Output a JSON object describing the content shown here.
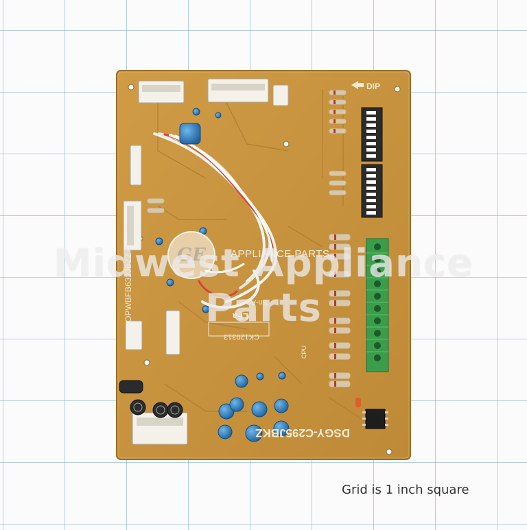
{
  "photo": {
    "subject": "control-board",
    "colors": {
      "grid": "#78aad2",
      "background": "#fbfbfb",
      "pcb": "#c9953f",
      "terminal": "#3a9d4b",
      "capacitor": "#2f7fbe"
    }
  },
  "caption": "Grid is 1 inch square",
  "watermark": "Midwest Appliance Parts",
  "logo": {
    "brand": "GE",
    "text": "APPLIANCE PARTS"
  },
  "board_markings": {
    "part_number_side": "OPWBFB632JBZZ",
    "part_number_bottom": "DSGY-C295JBKZ",
    "lot_label": "CK120313",
    "dip_label": "DIP",
    "lf_mark": "LFa",
    "cpu_label": "CPU",
    "sn_label": "Sn-Ag"
  }
}
